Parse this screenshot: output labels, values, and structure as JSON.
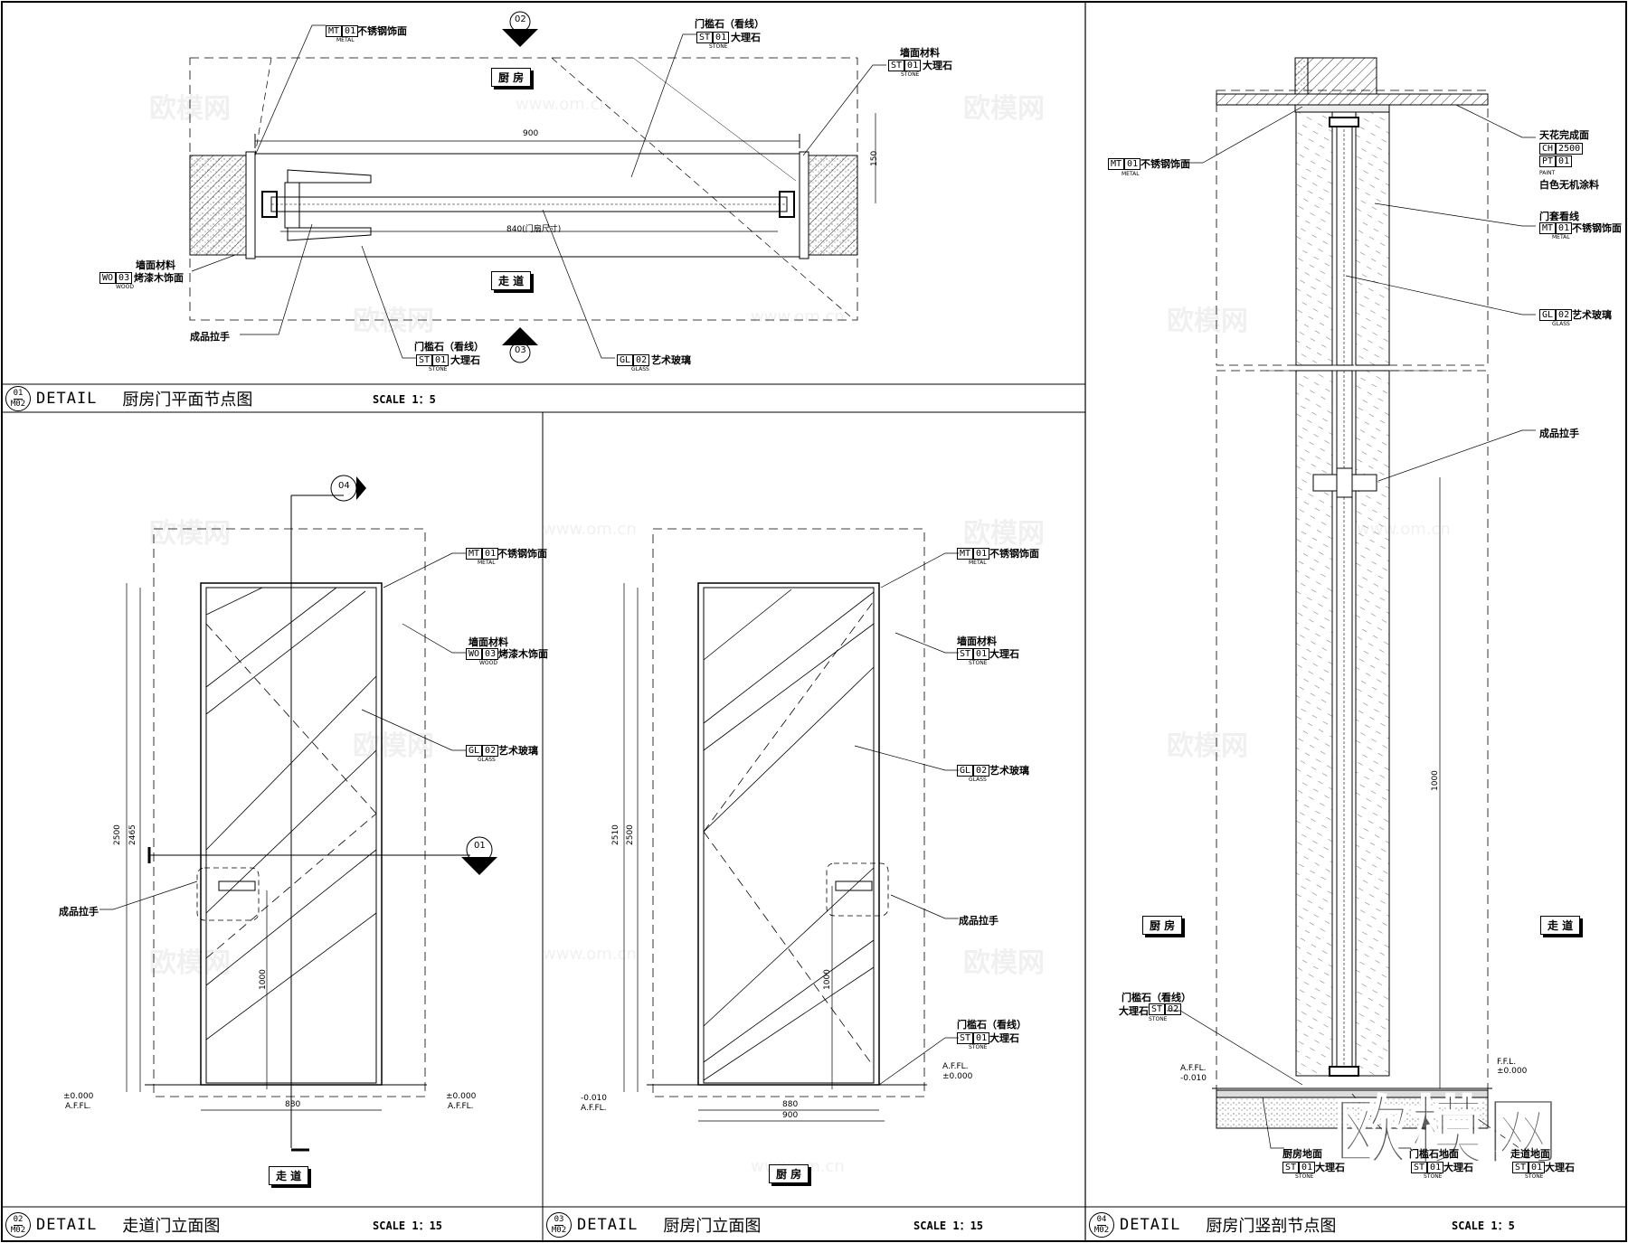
{
  "panels": {
    "p1": {
      "no_top": "01",
      "no_bot": "M02",
      "detail": "DETAIL",
      "name": "厨房门平面节点图",
      "scale": "SCALE   1：5"
    },
    "p2": {
      "no_top": "02",
      "no_bot": "M02",
      "detail": "DETAIL",
      "name": "走道门立面图",
      "scale": "SCALE   1：15"
    },
    "p3": {
      "no_top": "03",
      "no_bot": "M02",
      "detail": "DETAIL",
      "name": "厨房门立面图",
      "scale": "SCALE   1：15"
    },
    "p4": {
      "no_top": "04",
      "no_bot": "M02",
      "detail": "DETAIL",
      "name": "厨房门竖剖节点图",
      "scale": "SCALE   1：5"
    }
  },
  "rooms": {
    "kitchen": "厨 房",
    "corridor": "走 道"
  },
  "labels": {
    "stainless": "不锈钢饰面",
    "metal": "METAL",
    "marble": "大理石",
    "stone": "STONE",
    "threshold_view": "门槛石（看线）",
    "wall_material": "墙面材料",
    "baked_wood": "烤漆木饰面",
    "wood": "WOOD",
    "art_glass": "艺术玻璃",
    "glass": "GLASS",
    "handle": "成品拉手",
    "ceiling": "天花完成面",
    "paint_white": "白色无机涂料",
    "paint": "PAINT",
    "door_frame_view": "门套看线",
    "kitchen_floor": "厨房地面",
    "threshold_floor": "门槛石地面",
    "corridor_floor": "走道地面"
  },
  "codes": {
    "mt": "MT",
    "st": "ST",
    "wo": "WO",
    "gl": "GL",
    "ch": "CH",
    "pt": "PT",
    "n01": "01",
    "n02": "02",
    "n03": "03",
    "c2500": "2500"
  },
  "dims": {
    "d900": "900",
    "d840": "840(门扇尺寸)",
    "d150": "150",
    "d880": "880",
    "d2500": "2500",
    "d2465": "2465",
    "d1000": "1000",
    "d2510": "2510",
    "ffl_zero": "±0.000",
    "afl": "A.F.FL.",
    "ffl_neg": "-0.010",
    "ffl": "F.F.L."
  },
  "sections": {
    "s01": "01",
    "s02": "02",
    "s03": "03",
    "s04": "04",
    "dash": "--"
  },
  "watermark": {
    "cn": "欧模网",
    "url": "www.om.cn",
    "big": "欧模网"
  }
}
